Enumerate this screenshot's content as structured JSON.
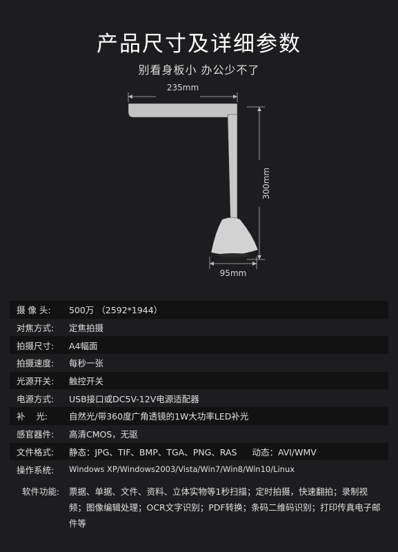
{
  "title": "产品尺寸及详细参数",
  "subtitle": "别看身板小  办公少不了",
  "dimensions": {
    "width_top": "235mm",
    "height": "300mm",
    "width_base": "95mm"
  },
  "specs": [
    {
      "label": "摄 像 头:",
      "value": "500万 （2592*1944）"
    },
    {
      "label": "对焦方式:",
      "value": "定焦拍摄"
    },
    {
      "label": "拍摄尺寸:",
      "value": "A4幅面"
    },
    {
      "label": "拍摄速度:",
      "value": "每秒一张"
    },
    {
      "label": "光源开关:",
      "value": "触控开关"
    },
    {
      "label": "电源方式:",
      "value": "USB接口或DC5V-12V电源适配器"
    },
    {
      "label": "补    光:",
      "value": "自然光/带360度广角透镜的1W大功率LED补光"
    },
    {
      "label": "感官器件:",
      "value": "高清CMOS，无驱"
    },
    {
      "label": "文件格式:",
      "value_static": "静态：JPG、TIF、BMP、TGA、PNG、RAS",
      "value_dynamic": "动态：AVI/WMV"
    },
    {
      "label": "操作系统:",
      "value": "Windows XP/Windows2003/Vista/Win7/Win8/Win10/Linux"
    }
  ],
  "software": {
    "label": "软件功能:",
    "value": "票据、单据、文件、资料、立体实物等1秒扫描；定时拍摄，快速翻拍；录制视频；图像编辑处理；OCR文字识别；PDF转换；条码二维码识别；打印传真电子邮件等"
  }
}
